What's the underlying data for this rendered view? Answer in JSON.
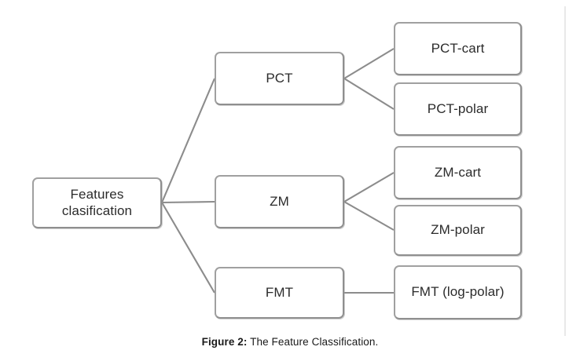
{
  "figure": {
    "caption_prefix": "Figure 2:",
    "caption_text": "The Feature Classification.",
    "diagram_type": "tree",
    "colors": {
      "background": "#ffffff",
      "node_fill": "#ffffff",
      "node_border": "#a0a0a0",
      "connector": "#8c8c8c",
      "text": "#2b2b2b",
      "page_rule": "#e9e9e9"
    }
  },
  "nodes": {
    "root": {
      "label": "Features\nclasification"
    },
    "pct": {
      "label": "PCT"
    },
    "zm": {
      "label": "ZM"
    },
    "fmt": {
      "label": "FMT"
    },
    "pct_cart": {
      "label": "PCT-cart"
    },
    "pct_polar": {
      "label": "PCT-polar"
    },
    "zm_cart": {
      "label": "ZM-cart"
    },
    "zm_polar": {
      "label": "ZM-polar"
    },
    "fmt_polar": {
      "label": "FMT (log-polar)"
    }
  },
  "edges": [
    {
      "from": "root",
      "to": "pct"
    },
    {
      "from": "root",
      "to": "zm"
    },
    {
      "from": "root",
      "to": "fmt"
    },
    {
      "from": "pct",
      "to": "pct_cart"
    },
    {
      "from": "pct",
      "to": "pct_polar"
    },
    {
      "from": "zm",
      "to": "zm_cart"
    },
    {
      "from": "zm",
      "to": "zm_polar"
    },
    {
      "from": "fmt",
      "to": "fmt_polar"
    }
  ]
}
